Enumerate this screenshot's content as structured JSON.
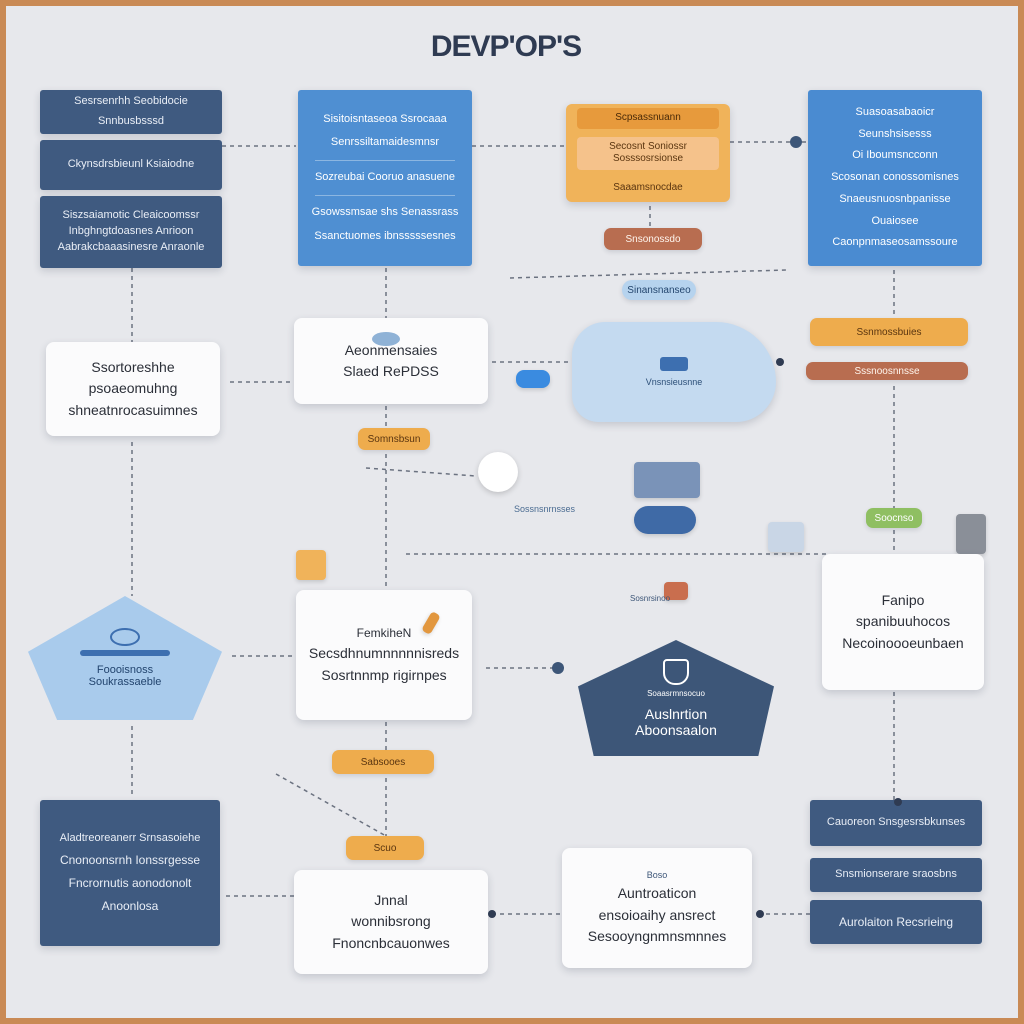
{
  "title": "DEVP'OP'S",
  "row1": {
    "col1": {
      "bar1": "Sesrsenrhh Seobidocie",
      "bar1b": "Snnbusbsssd",
      "bar2": "Ckynsdrsbieunl Ksiaiodne",
      "bar3a": "Siszsaiamotic Cleaicoomssr",
      "bar3b": "Inbghngtdoasnes Anrioon",
      "bar3c": "Aabrakcbaaasinesre Anraonle"
    },
    "col2": {
      "l1": "Sisitoisntaseoa Ssrocaaa",
      "l2": "Senrssiltamaidesmnsr",
      "l3": "Sozreubai Cooruo anasuene",
      "l4": "Gsowssmsae shs Senassrass",
      "l5": "Ssanctuomes ibnsssssesnes"
    },
    "col3": {
      "top": "Scpsassnuann",
      "mid": "Secosnt Soniossr  Sosssosrsionse",
      "bot": "Saaamsnocdae"
    },
    "col4": {
      "l1": "Suasoasabaoicr",
      "l2": "Seunshsisesss",
      "l3": "Oi Iboumsncconn",
      "l4": "Scosonan conossomisnes",
      "l5": "Snaeusnuosnbpanisse",
      "l6": "Ouaiosee",
      "l7": "Caonpnmaseosamssoure"
    }
  },
  "row2": {
    "brown_pill": "Snsonossdo",
    "pale_pill": "Sinansnanseo",
    "left_box": [
      "Ssortoreshhe",
      "psoaeomuhng",
      "shneatnrocasuimnes"
    ],
    "center_box": [
      "Aeonmensaies",
      "Slaed RePDSS"
    ],
    "blob_label": "Vnsnsieusnne",
    "right_orange": "Ssnmossbuies",
    "right_brown": "Sssnoosnnsse"
  },
  "row3": {
    "orange_pill": "Somnsbsun",
    "green_pill": "Soocnso",
    "mid_label": "Sossnsnrnsses"
  },
  "row4": {
    "left_diamond": [
      "Foooisnoss",
      "Soukrassaeble"
    ],
    "center_box": [
      "FemkiheN",
      "Secsdhnumnnnnnisreds",
      "Sosrtnnmp rigirnpes"
    ],
    "dark_diamond": [
      "Auslnrtion",
      "Aboonsaalon"
    ],
    "dark_diamond_small": "Soaasrmnsocuo",
    "right_box": [
      "Fanipo",
      "spanibuuhocos",
      "Necoinoooeunbaen"
    ],
    "small_label": "Sosnrsinoo"
  },
  "row5": {
    "orange_pill": "Sabsooes",
    "orange_pill2": "Scuo",
    "left_box": [
      "Aladtreoreanerr Srnsasoiehe",
      "Cnonoonsrnh Ionssrgesse",
      "Fncrornutis aonodonolt",
      "Anoonlosa"
    ],
    "center_box": [
      "Jnnal",
      "wonnibsrong",
      "Fnoncnbcauonwes"
    ],
    "right_box": [
      "Auntroaticon",
      "ensoioaihy ansrect",
      "Sesooyngnmnsmnnes"
    ],
    "right_label": "Boso",
    "right_col": [
      "Cauoreon Snsgesrsbkunses",
      "Snsmionserare sraosbns",
      "Aurolaiton Recsrieing"
    ]
  }
}
